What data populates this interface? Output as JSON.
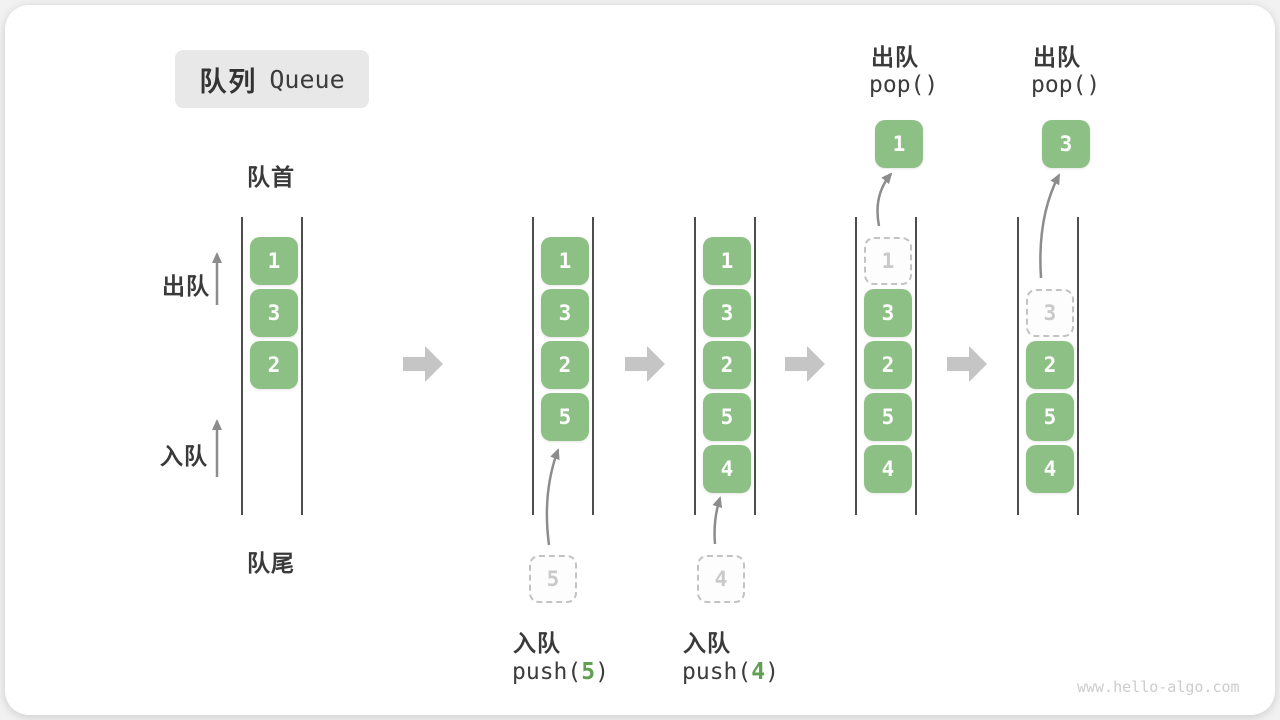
{
  "title": {
    "zh": "队列",
    "en": "Queue"
  },
  "labels": {
    "front": "队首",
    "rear": "队尾",
    "dequeue": "出队",
    "enqueue": "入队"
  },
  "watermark": "www.hello-algo.com",
  "colors": {
    "box_green": "#8dc084",
    "accent_green": "#5fa052",
    "block_arrow_gray": "#c5c5c5",
    "thin_arrow_gray": "#8c8c8c",
    "rail_line": "#4d4d4d",
    "badge_bg": "#e8e8e8"
  },
  "stages": [
    {
      "name": "initial",
      "items": [
        "1",
        "3",
        "2"
      ]
    },
    {
      "name": "after-push-5",
      "items": [
        "1",
        "3",
        "2",
        "5"
      ],
      "staged": "5",
      "op": {
        "label": "入队",
        "fn_prefix": "push(",
        "fn_arg": "5",
        "fn_suffix": ")"
      }
    },
    {
      "name": "after-push-4",
      "items": [
        "1",
        "3",
        "2",
        "5",
        "4"
      ],
      "staged": "4",
      "op": {
        "label": "入队",
        "fn_prefix": "push(",
        "fn_arg": "4",
        "fn_suffix": ")"
      }
    },
    {
      "name": "pop-1",
      "items_dashed": [
        "1"
      ],
      "items": [
        "3",
        "2",
        "5",
        "4"
      ],
      "popped": "1",
      "op": {
        "label": "出队",
        "fn": "pop()"
      }
    },
    {
      "name": "pop-3",
      "items_dashed": [
        "3"
      ],
      "items": [
        "2",
        "5",
        "4"
      ],
      "popped": "3",
      "op": {
        "label": "出队",
        "fn": "pop()"
      }
    }
  ]
}
